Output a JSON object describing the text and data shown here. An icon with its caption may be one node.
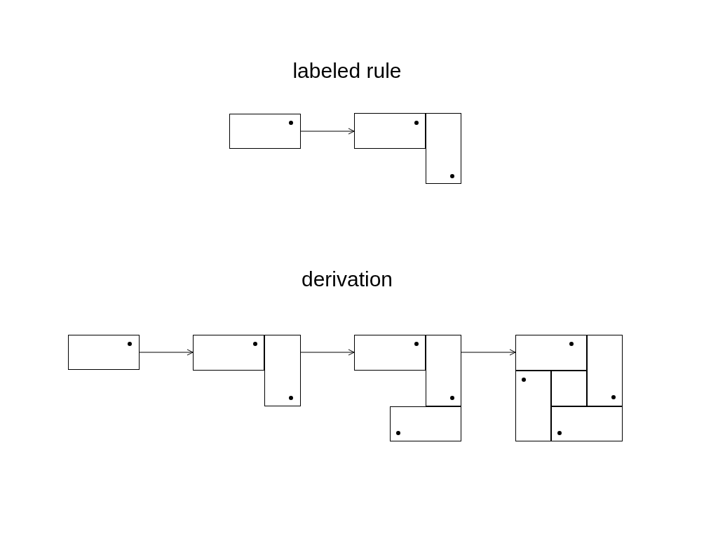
{
  "diagram": {
    "nodes": [
      {
        "text": [],
        "shape": "picture"
      },
      {
        "text": [],
        "shape": "picture"
      },
      {
        "text": [],
        "shape": "picture"
      },
      {
        "text": [],
        "shape": "picture"
      },
      {
        "text": [],
        "shape": "picture"
      },
      {
        "text": [],
        "shape": "picture"
      }
    ],
    "edges": [
      {
        "from": 0,
        "to": 1,
        "arrow": "to"
      },
      {
        "from": 2,
        "to": 3,
        "arrow": "to"
      },
      {
        "from": 3,
        "to": 4,
        "arrow": "to"
      },
      {
        "from": 4,
        "to": 5,
        "arrow": "to"
      }
    ],
    "labels": [
      "labeled rule",
      "derivation"
    ]
  }
}
